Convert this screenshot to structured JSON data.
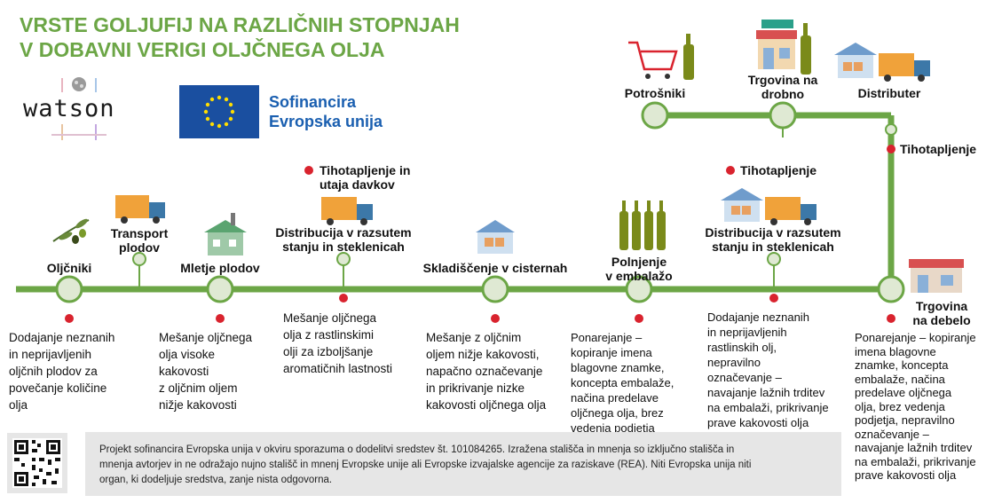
{
  "title": {
    "line1": "VRSTE GOLJUFIJ NA RAZLIČNIH STOPNJAH",
    "line2": "V DOBAVNI VERIGI OLJČNEGA OLJA"
  },
  "logos": {
    "watson": "watson",
    "eu_line1": "Sofinancira",
    "eu_line2": "Evropska unija"
  },
  "stages": [
    {
      "l1": "Oljčniki",
      "l2": ""
    },
    {
      "l1": "Transport",
      "l2": "plodov"
    },
    {
      "l1": "Mletje plodov",
      "l2": ""
    },
    {
      "l1": "Distribucija v razsutem",
      "l2": "stanju in steklenicah"
    },
    {
      "l1": "Skladiščenje v cisternah",
      "l2": ""
    },
    {
      "l1": "Polnjenje",
      "l2": "v embalažo"
    },
    {
      "l1": "Distribucija v razsutem",
      "l2": "stanju in steklenicah"
    },
    {
      "l1": "Trgovina",
      "l2": "na debelo"
    },
    {
      "l1": "Distributer",
      "l2": ""
    },
    {
      "l1": "Trgovina na",
      "l2": "drobno"
    },
    {
      "l1": "Potrošniki",
      "l2": ""
    }
  ],
  "frauds_above": [
    {
      "l1": "Tihotapljenje in",
      "l2": "utaja davkov"
    },
    {
      "l1": "Tihotapljenje",
      "l2": ""
    },
    {
      "l1": "Tihotapljenje",
      "l2": ""
    }
  ],
  "frauds_below": [
    [
      "Dodajanje neznanih",
      "in neprijavljenih",
      "oljčnih plodov za",
      "povečanje količine",
      "olja"
    ],
    [
      "Mešanje oljčnega",
      "olja visoke",
      "kakovosti",
      "z oljčnim oljem",
      "nižje kakovosti"
    ],
    [
      "Mešanje oljčnega",
      "olja z rastlinskimi",
      "olji za izboljšanje",
      "aromatičnih lastnosti"
    ],
    [
      "Mešanje z oljčnim",
      "oljem nižje kakovosti,",
      "napačno označevanje",
      "in prikrivanje nizke",
      "kakovosti oljčnega olja"
    ],
    [
      "Ponarejanje –",
      "kopiranje imena",
      "blagovne znamke,",
      "koncepta embalaže,",
      "načina predelave",
      "oljčnega olja, brez",
      "vedenja podjetja"
    ],
    [
      "Dodajanje neznanih",
      "in neprijavljenih",
      "rastlinskih olj,",
      "nepravilno",
      "označevanje –",
      "navajanje lažnih trditev",
      "na embalaži, prikrivanje",
      "prave kakovosti olja"
    ],
    [
      "Ponarejanje – kopiranje",
      "imena blagovne",
      "znamke, koncepta",
      "embalaže, načina",
      "predelave oljčnega",
      "olja, brez vedenja",
      "podjetja, nepravilno",
      "označevanje –",
      "navajanje lažnih trditev",
      "na embalaži, prikrivanje",
      "prave kakovosti olja"
    ]
  ],
  "footer": {
    "line1": "Projekt sofinancira Evropska unija v okviru sporazuma o dodelitvi sredstev št. 101084265. Izražena stališča in mnenja so izključno stališča in",
    "line2": "mnenja avtorjev in ne odražajo nujno stališč in mnenj Evropske unije ali Evropske izvajalske agencije za raziskave (REA). Niti Evropska unija niti",
    "line3": "organ, ki dodeljuje sredstva, zanje nista odgovorna."
  },
  "colors": {
    "green": "#6ca646",
    "node_fill": "#dfe9d3",
    "red": "#d9232e",
    "eu_blue": "#1a5fb0",
    "truck": "#f0a23a",
    "truck_cab": "#3c78a8"
  }
}
